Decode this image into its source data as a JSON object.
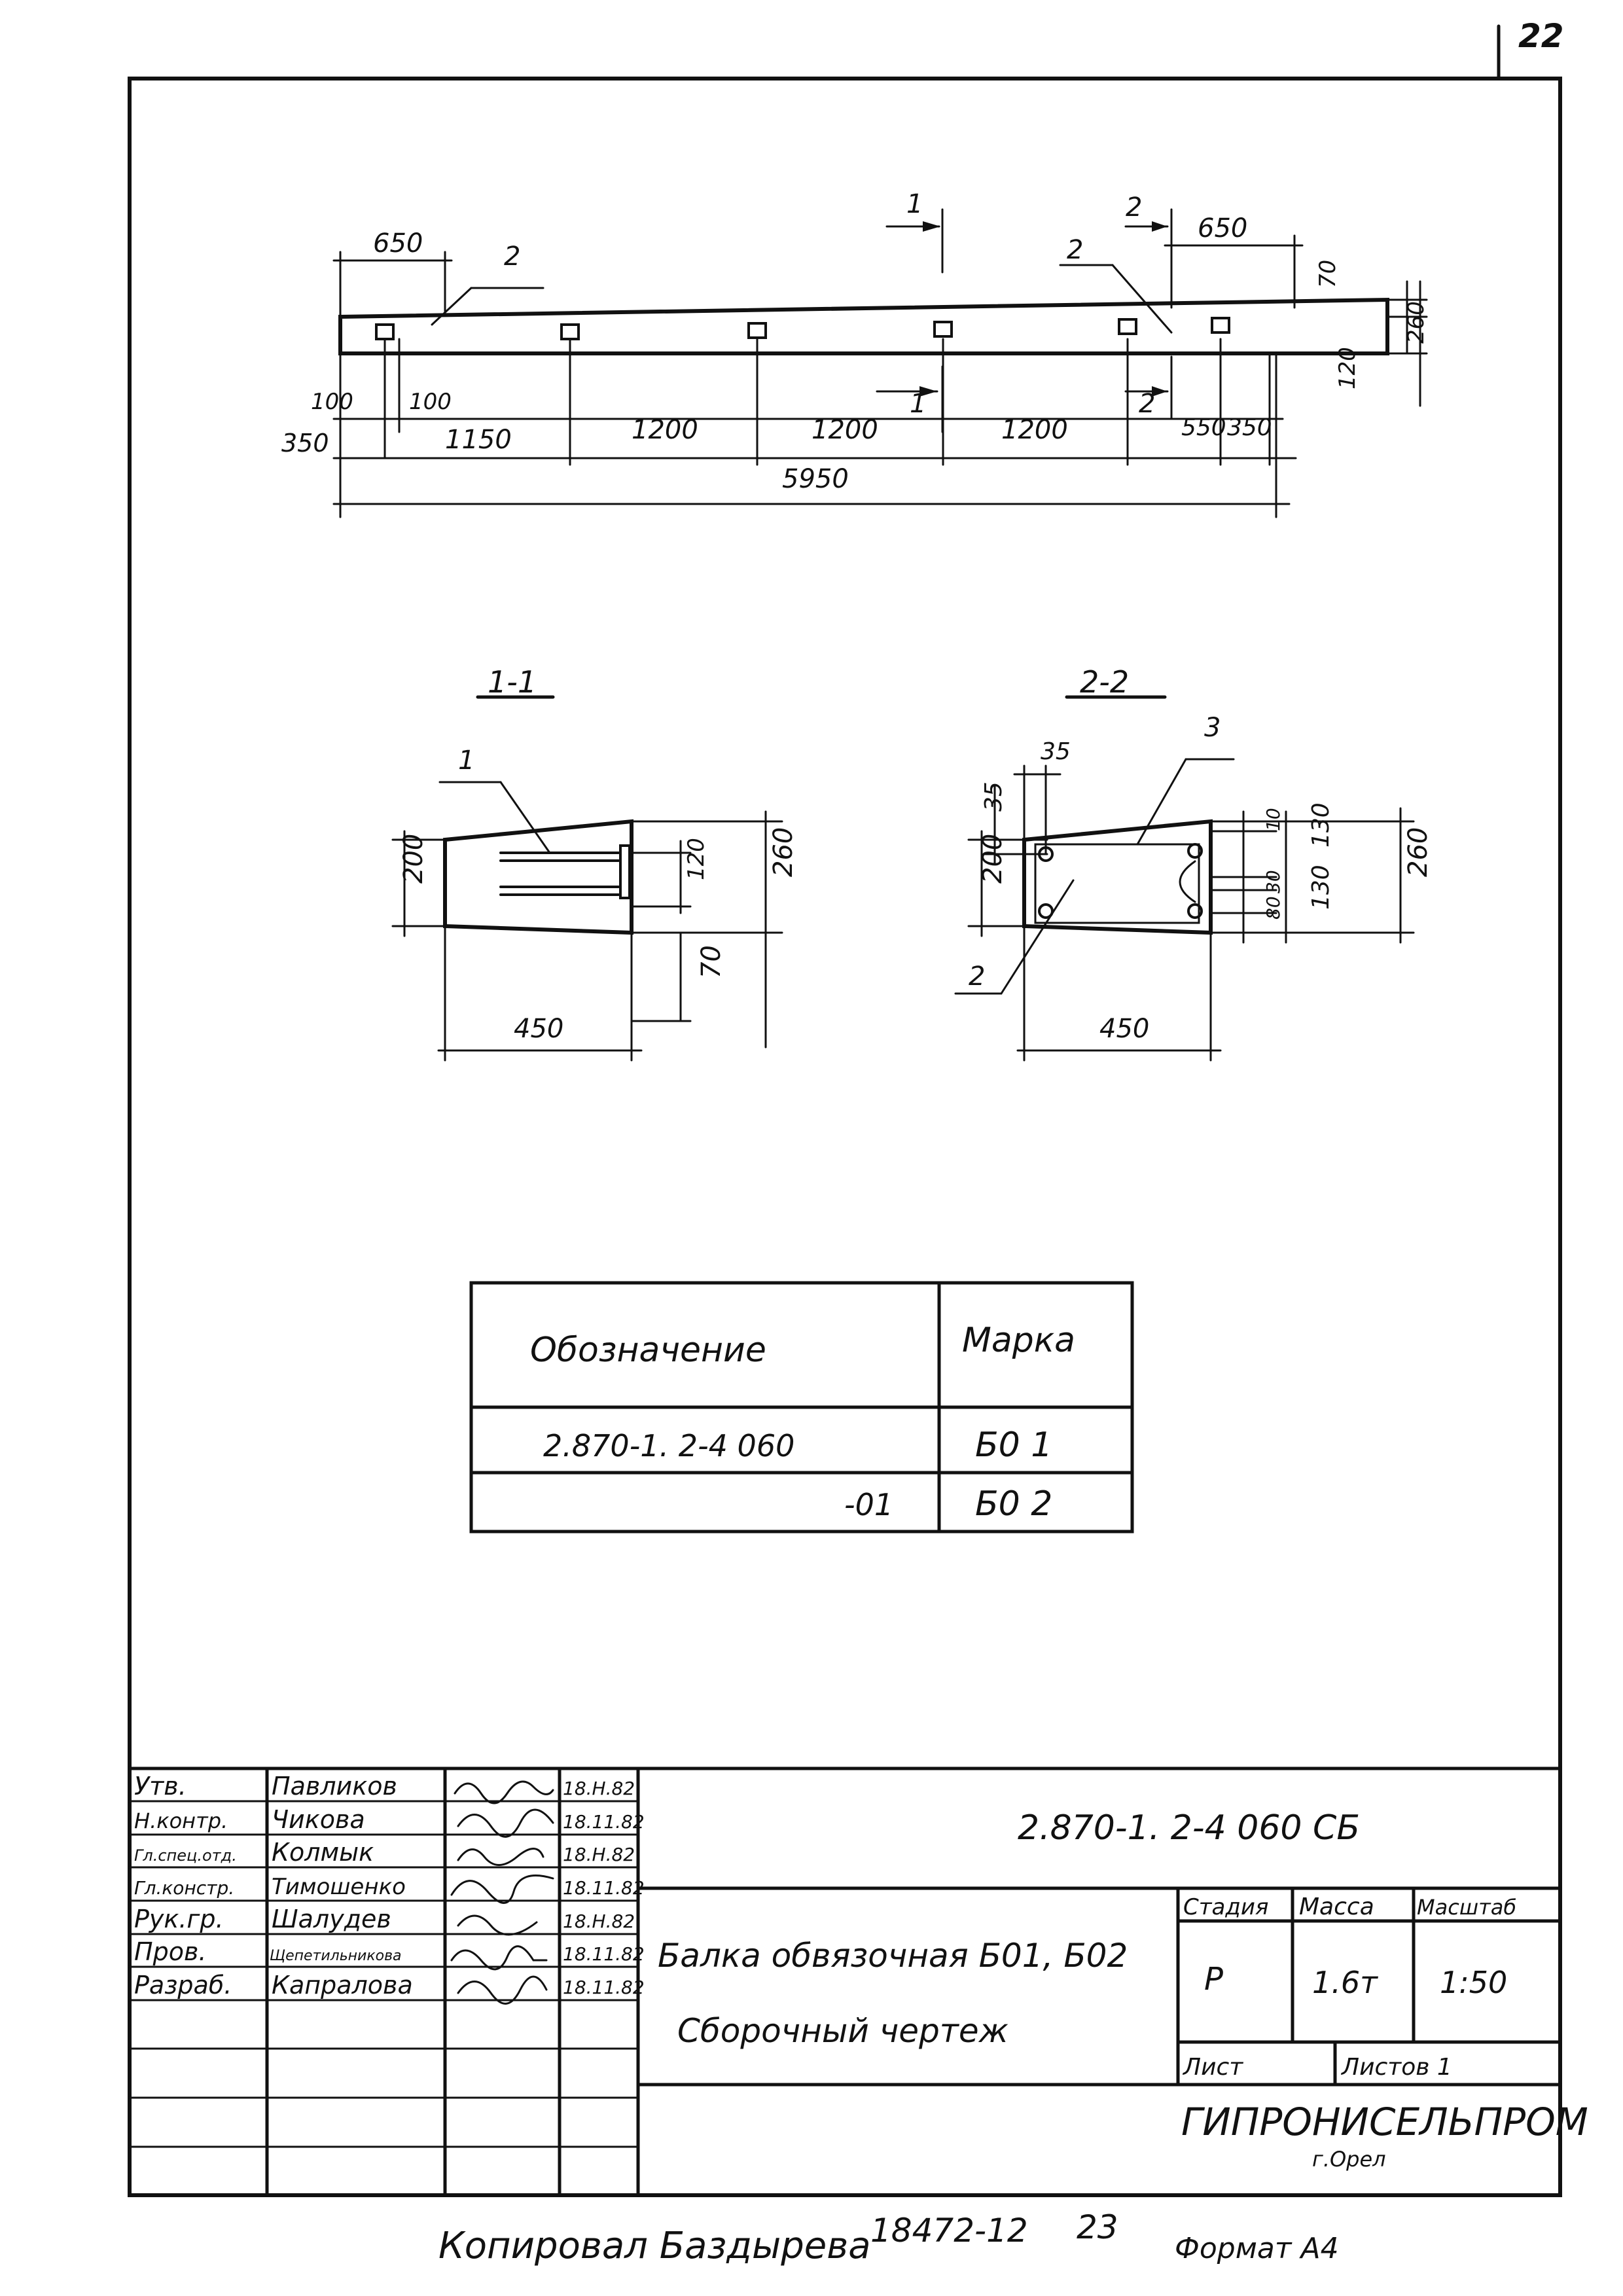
{
  "sheet_number": "22",
  "plan": {
    "top_dims": [
      "650",
      "650"
    ],
    "pos_labels": [
      "2",
      "2"
    ],
    "sec_marks": [
      "1",
      "1",
      "2",
      "2"
    ],
    "bottom_small": [
      "100",
      "100",
      "550",
      "350",
      "350"
    ],
    "spans": [
      "1150",
      "1200",
      "1200",
      "1200"
    ],
    "total": "5950",
    "right_dims": [
      "70",
      "260",
      "120"
    ]
  },
  "section11": {
    "title": "1-1",
    "pos": "1",
    "dims": [
      "200",
      "120",
      "260",
      "70",
      "450"
    ]
  },
  "section22": {
    "title": "2-2",
    "pos": [
      "3",
      "2"
    ],
    "dims": [
      "35",
      "35",
      "200",
      "10",
      "130",
      "30",
      "130",
      "80",
      "260",
      "450"
    ]
  },
  "spec_table": {
    "headers": [
      "Обозначение",
      "Марка"
    ],
    "rows": [
      {
        "designation": "2.870-1. 2-4 060",
        "mark": "Б0 1"
      },
      {
        "designation": "-01",
        "mark": "Б0 2"
      }
    ]
  },
  "title_block": {
    "people": [
      {
        "role": "Утв.",
        "name": "Павликов",
        "date": "18.Н.82"
      },
      {
        "role": "Н.контр.",
        "name": "Чикова",
        "date": "18.11.82"
      },
      {
        "role": "Гл.спец.отд.",
        "name": "Колмык",
        "date": "18.Н.82"
      },
      {
        "role": "Гл.констр.",
        "name": "Тимошенко",
        "date": "18.11.82"
      },
      {
        "role": "Рук.гр.",
        "name": "Шалудев",
        "date": "18.Н.82"
      },
      {
        "role": "Пров.",
        "name": "Щепетильникова",
        "date": "18.11.82"
      },
      {
        "role": "Разраб.",
        "name": "Капралова",
        "date": "18.11.82"
      }
    ],
    "document_code": "2.870-1. 2-4 060 СБ",
    "title_line1": "Балка обвязочная Б01, Б02",
    "title_line2": "Сборочный чертеж",
    "stage_label": "Стадия",
    "mass_label": "Масса",
    "scale_label": "Масштаб",
    "stage_value": "Р",
    "mass_value": "1.6т",
    "scale_value": "1:50",
    "sheet_label": "Лист",
    "sheets_label": "Листов 1",
    "org_name": "ГИПРОНИСЕЛЬПРОМ",
    "org_city": "г.Орел"
  },
  "footer": {
    "copied": "Копировал Баздырева",
    "doc_no": "18472-12",
    "page": "23",
    "format": "Формат А4"
  }
}
